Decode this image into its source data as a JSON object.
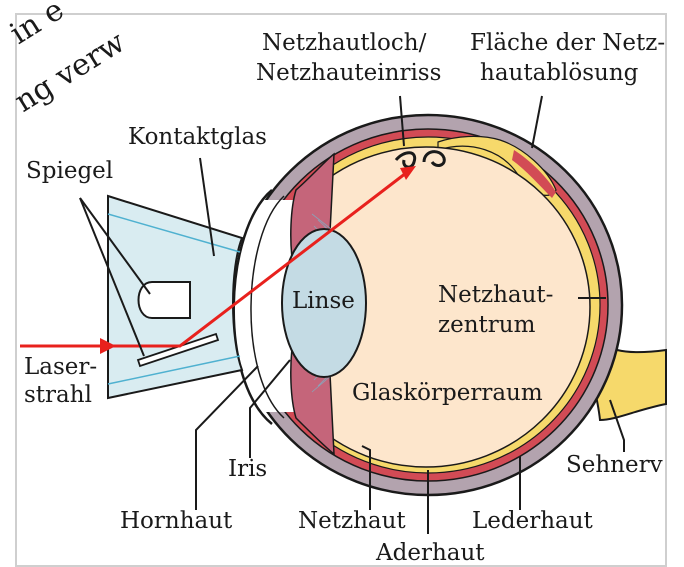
{
  "figure": {
    "watermark_line1": "in e",
    "watermark_line2": "ng verw",
    "labels": {
      "kontaktglas": "Kontaktglas",
      "spiegel": "Spiegel",
      "laserstrahl_1": "Laser-",
      "laserstrahl_2": "strahl",
      "linse": "Linse",
      "netzhautloch_1": "Netzhautloch/",
      "netzhautloch_2": "Netzhauteinriss",
      "ablosung_1": "Fläche der Netz-",
      "ablosung_2": "hautablösung",
      "zentrum_1": "Netzhaut-",
      "zentrum_2": "zentrum",
      "glaskorper": "Glaskörperraum",
      "iris": "Iris",
      "hornhaut": "Hornhaut",
      "netzhaut": "Netzhaut",
      "aderhaut": "Aderhaut",
      "lederhaut": "Lederhaut",
      "sehnerv": "Sehnerv"
    },
    "colors": {
      "sclera": "#b3a3ae",
      "choroid": "#d24b55",
      "retina": "#f6d96b",
      "vitreous": "#fde6cc",
      "lens": "#c4dbe4",
      "glass": "#d9ecf1",
      "iris": "#c5657a",
      "laser": "#e8211d",
      "frame": "#cfcfcf"
    }
  }
}
